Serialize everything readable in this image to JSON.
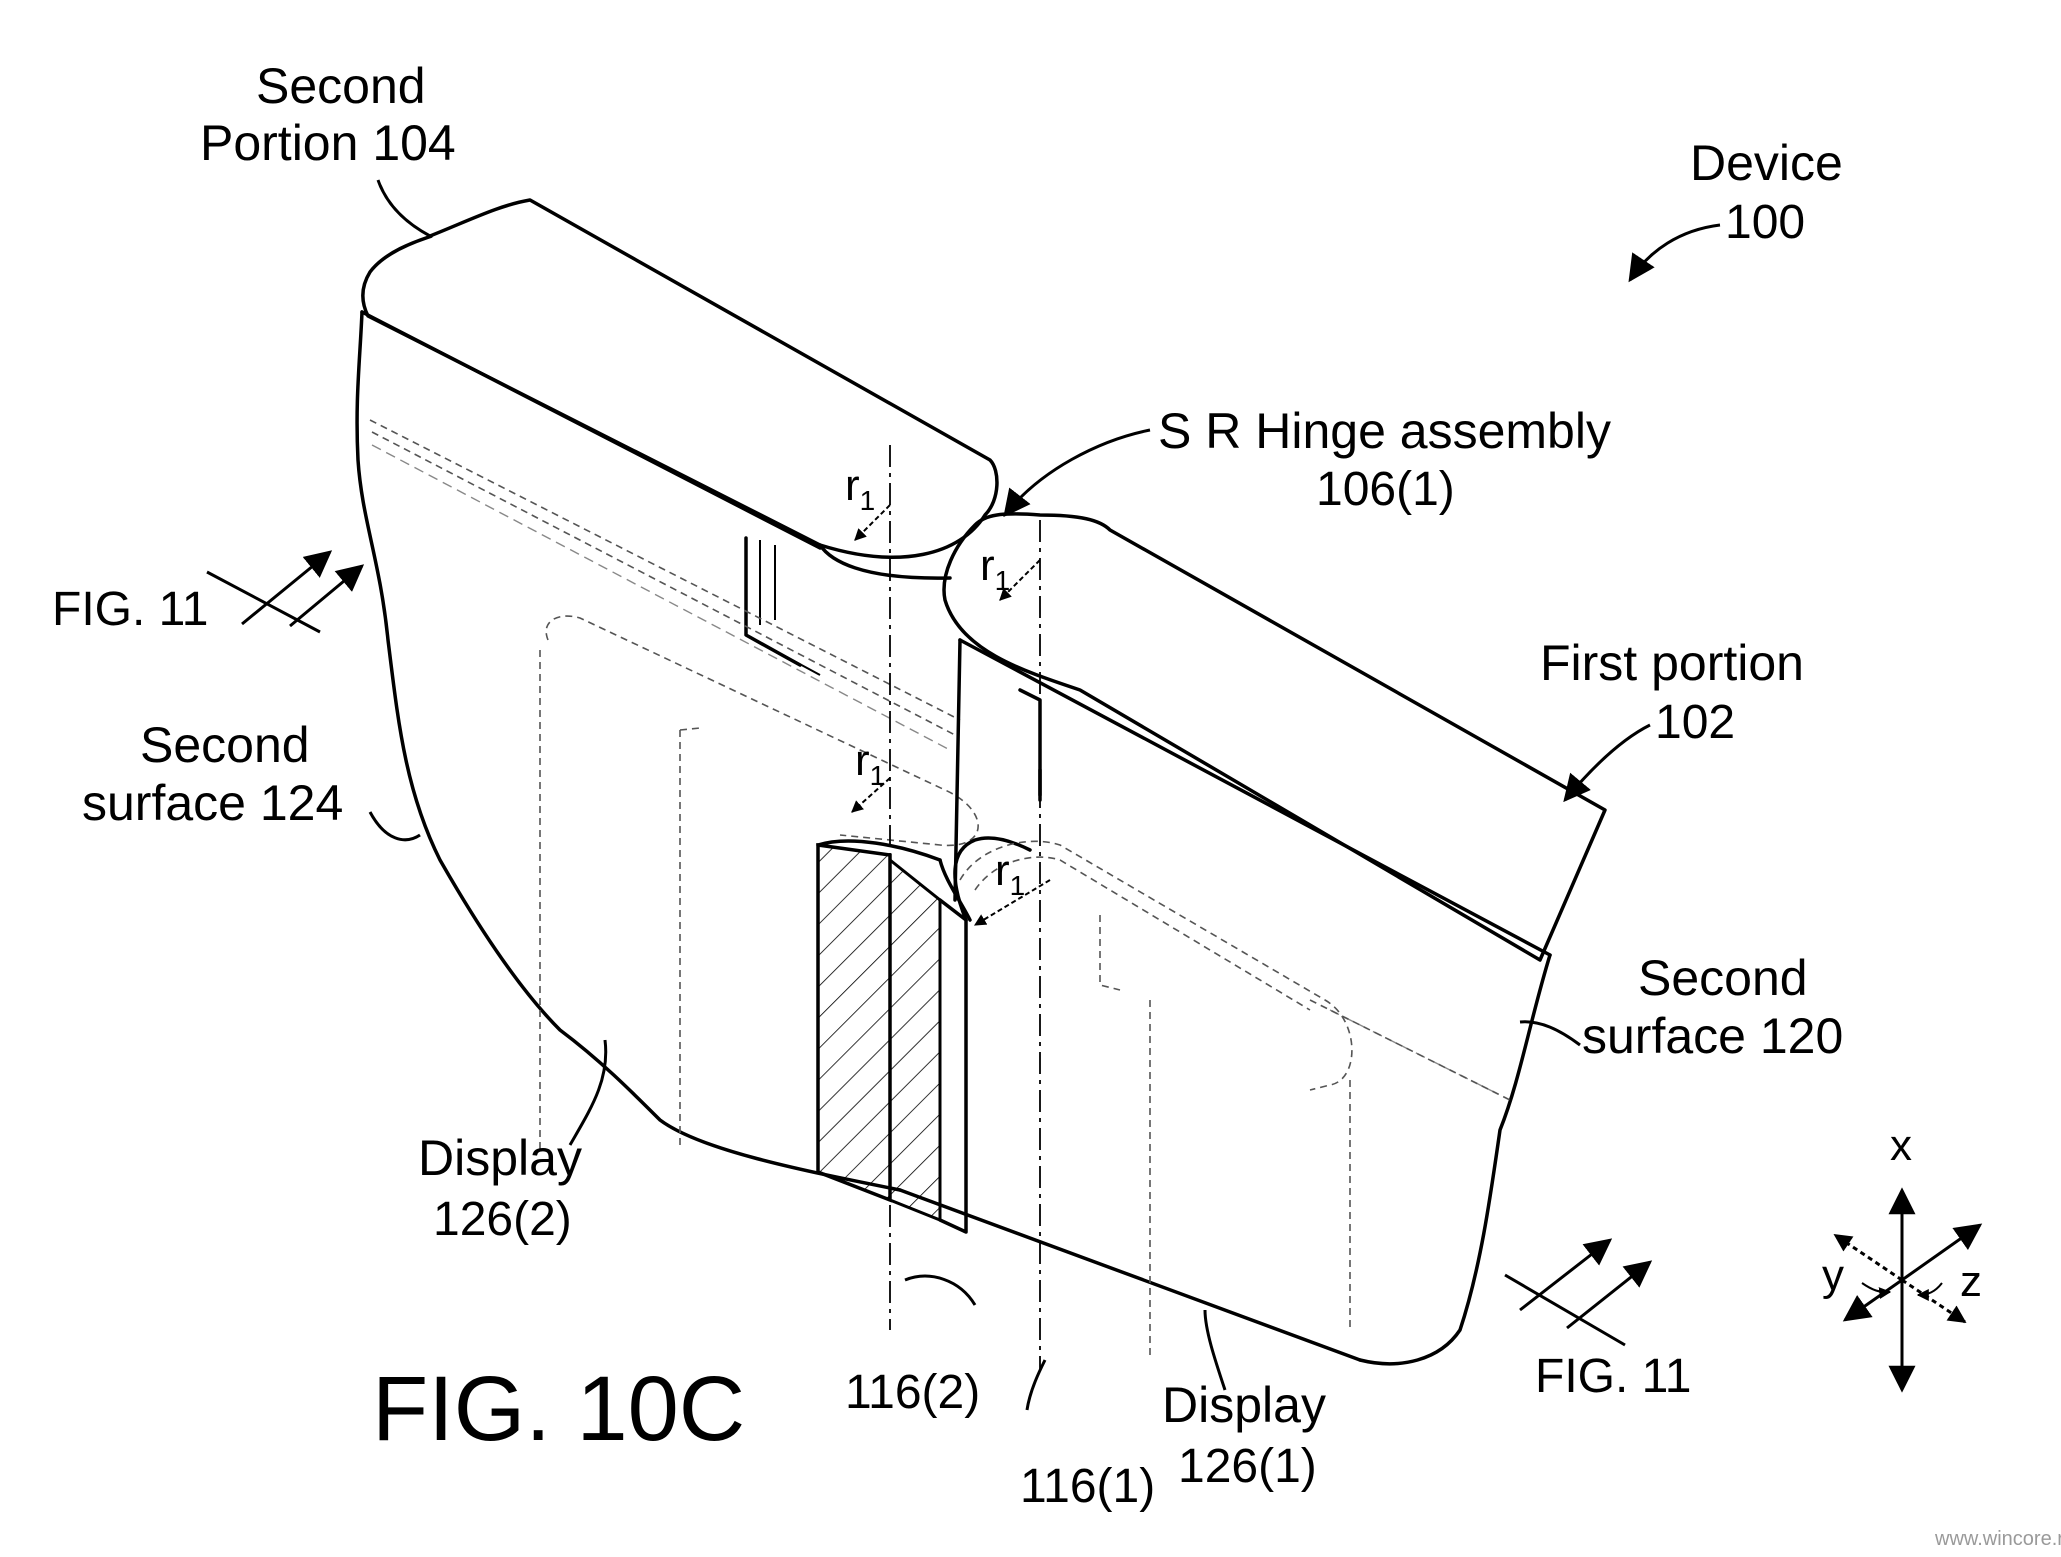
{
  "figure_title": "FIG. 10C",
  "labels": {
    "second_portion": {
      "line1": "Second",
      "line2": "Portion 104"
    },
    "device": {
      "line1": "Device",
      "line2": "100"
    },
    "hinge_assembly": {
      "line1": "S R Hinge assembly",
      "line2": "106(1)"
    },
    "first_portion": {
      "line1": "First portion",
      "line2": "102"
    },
    "second_surface_124": {
      "line1": "Second",
      "line2": "surface 124"
    },
    "second_surface_120": {
      "line1": "Second",
      "line2": "surface 120"
    },
    "display_2": {
      "line1": "Display",
      "line2": "126(2)"
    },
    "display_1": {
      "line1": "Display",
      "line2": "126(1)"
    },
    "axis_116_2": "116(2)",
    "axis_116_1": "116(1)",
    "fig11_left": "FIG. 11",
    "fig11_right": "FIG. 11",
    "radius_label": "r",
    "radius_subscript": "1"
  },
  "axes": {
    "x": "x",
    "y": "y",
    "z": "z"
  },
  "credit": "www.wincore.ru"
}
